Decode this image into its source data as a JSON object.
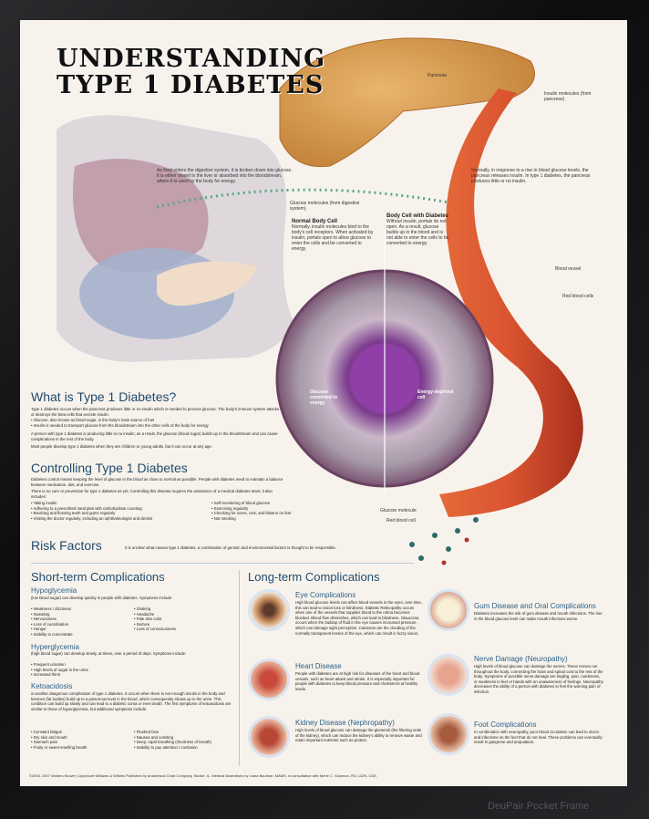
{
  "title": [
    "UNDERSTANDING",
    "TYPE 1 DIABETES"
  ],
  "labels": {
    "pancreas": "Pancreas",
    "insulin_molecules": "Insulin molecules (from pancreas)",
    "digestive_note": "As food enters the digestive system, it is broken down into glucose. It is either stored in the liver or absorbed into the bloodstream, where it is used by the body for energy.",
    "glucose_molecules": "Glucose molecules (from digestive system)",
    "normal_cell": "Normal Body Cell",
    "normal_cell_text": "Normally, insulin molecules bind to the body's cell receptors. When activated by insulin, portals open to allow glucose to enter the cells and be converted to energy.",
    "diabetes_cell": "Body Cell with Diabetes",
    "diabetes_cell_text": "Without insulin, portals do not open. As a result, glucose builds up in the blood and is not able to enter the cells to be converted to energy.",
    "pancreas_note": "Normally, in response to a rise in blood glucose levels, the pancreas releases insulin. In type 1 diabetes, the pancreas produces little or no insulin.",
    "blood_vessel": "Blood vessel",
    "red_blood_cells": "Red blood cells",
    "glucose_molecule": "Glucose molecule",
    "red_blood_cell": "Red blood cell",
    "glucose_converted": "Glucose converted to energy",
    "energy_deprived": "Energy-deprived cell"
  },
  "what_is": {
    "heading": "What is Type 1 Diabetes?",
    "p1": "Type 1 diabetes occurs when the pancreas produces little or no insulin which is needed to process glucose. The body's immune system attacks or destroys the beta cells that secrete insulin.",
    "bullets": [
      "Glucose, also known as blood sugar, is the body's main source of fuel",
      "Insulin is needed to transport glucose from the bloodstream into the other cells of the body for energy"
    ],
    "p2": "A person with type 1 diabetes is producing little to no insulin; as a result, the glucose (blood sugar) builds up in the bloodstream and can cause complications in the rest of the body.",
    "p3": "Most people develop type 1 diabetes when they are children or young adults, but it can occur at any age."
  },
  "controlling": {
    "heading": "Controlling Type 1 Diabetes",
    "p1": "Diabetes control means keeping the level of glucose in the blood as close to normal as possible. People with diabetes need to maintain a balance between medication, diet, and exercise.",
    "p2": "There is no cure or prevention for type 1 diabetes as yet. Controlling this disease requires the assistance of a medical diabetes team; it also includes:",
    "col1": [
      "Taking insulin",
      "Adhering to a prescribed meal plan with carbohydrate counting",
      "Brushing and flossing teeth and gums regularly",
      "Visiting the doctor regularly, including an ophthalmologist and dentist"
    ],
    "col2": [
      "Self-monitoring of blood glucose",
      "Exercising regularly",
      "Checking for sores, cuts, and blisters on feet",
      "Not smoking"
    ]
  },
  "risk": {
    "heading": "Risk Factors",
    "text": "It is unclear what causes type 1 diabetes, a combination of genetic and environmental factors is thought to be responsible."
  },
  "short_term": {
    "heading": "Short-term Complications",
    "hypo": {
      "heading": "Hypoglycemia",
      "intro": "(low blood sugar) can develop quickly in people with diabetes. Symptoms include:",
      "col1": [
        "Weakness / dizziness",
        "Sweating",
        "Nervousness",
        "Loss of coordination",
        "Hunger",
        "Inability to concentrate"
      ],
      "col2": [
        "Shaking",
        "Headache",
        "Pale skin color",
        "Seizure",
        "Loss of consciousness"
      ]
    },
    "hyper": {
      "heading": "Hyperglycemia",
      "intro": "(high blood sugar) can develop slowly, at times, over a period of days. Symptoms include:",
      "list": [
        "Frequent urination",
        "High levels of sugar in the urine",
        "Increased thirst"
      ]
    },
    "keto": {
      "heading": "Ketoacidosis",
      "text": "is another dangerous complication of type 1 diabetes. It occurs when there is not enough insulin in the body and ketones (fat bodies) build up to a poisonous level in the blood, which consequently shows up in the urine. This condition can build up slowly and can lead to a diabetic coma or even death. The first symptoms of ketoacidosis are similar to those of hyperglycemia, but additional symptoms include:",
      "col1": [
        "Constant fatigue",
        "Dry skin and mouth",
        "Stomach pain",
        "Fruity or sweet-smelling breath"
      ],
      "col2": [
        "Flushed face",
        "Nausea and vomiting",
        "Deep, rapid breathing (shortness of breath)",
        "Inability to pay attention / confusion"
      ]
    }
  },
  "long_term": {
    "heading": "Long-term Complications",
    "items": [
      {
        "heading": "Eye Complications",
        "text": "High blood glucose levels can affect blood vessels in the eyes; over time, this can lead to vision loss or blindness. Diabetic Retinopathy occurs when one of the vessels that supplies blood to the retina becomes blocked. Blood flow diminishes, which can lead to blindness. Glaucoma occurs when the buildup of fluid in the eye causes increased pressure, which can damage sight perception. Cataracts are the clouding of the normally transparent lenses of the eye, which can result in fuzzy vision."
      },
      {
        "heading": "Heart Disease",
        "text": "People with diabetes are at high risk for diseases of the heart and blood vessels, such as heart attack and stroke. It is especially important for people with diabetes to keep blood pressure and cholesterol at healthy levels."
      },
      {
        "heading": "Kidney Disease (Nephropathy)",
        "text": "High levels of blood glucose can damage the glomeruli (the filtering units of the kidney), which can reduce the kidney's ability to remove waste and retain important nutrients such as protein."
      },
      {
        "heading": "Gum Disease and Oral Complications",
        "text": "Diabetes increases the risk of gum disease and mouth infections. The rise in the blood glucose level can make mouth infections worse."
      },
      {
        "heading": "Nerve Damage (Neuropathy)",
        "text": "High levels of blood glucose can damage the nerves. These nerves run throughout the body, connecting the brain and spinal cord to the rest of the body. Symptoms of possible nerve damage are tingling, pain, numbness, or weakness in feet or hands with an unawareness of feelings. Neuropathy decreases the ability of a person with diabetes to feel the warning pain of infection."
      },
      {
        "heading": "Foot Complications",
        "text": "In combination with neuropathy, poor blood circulation can lead to ulcers and infections on the feet that do not heal. These problems can eventually result in gangrene and amputation."
      }
    ]
  },
  "footer": "©2005, 2007  Wolters Kluwer | Lippincott Williams & Wilkins  Published by Anatomical Chart Company, Skokie, IL. Medical illustrations by Liana Bauman, MAMS, in consultation with Merle C. Solomon, RD, LD/N, CDE.",
  "watermark": "DeuPair Pocket Frame",
  "colors": {
    "heading": "#1f4a6e",
    "subheading": "#2a5f8a",
    "vessel": "#c8452a",
    "cell_ring": "#8a5a7e"
  }
}
